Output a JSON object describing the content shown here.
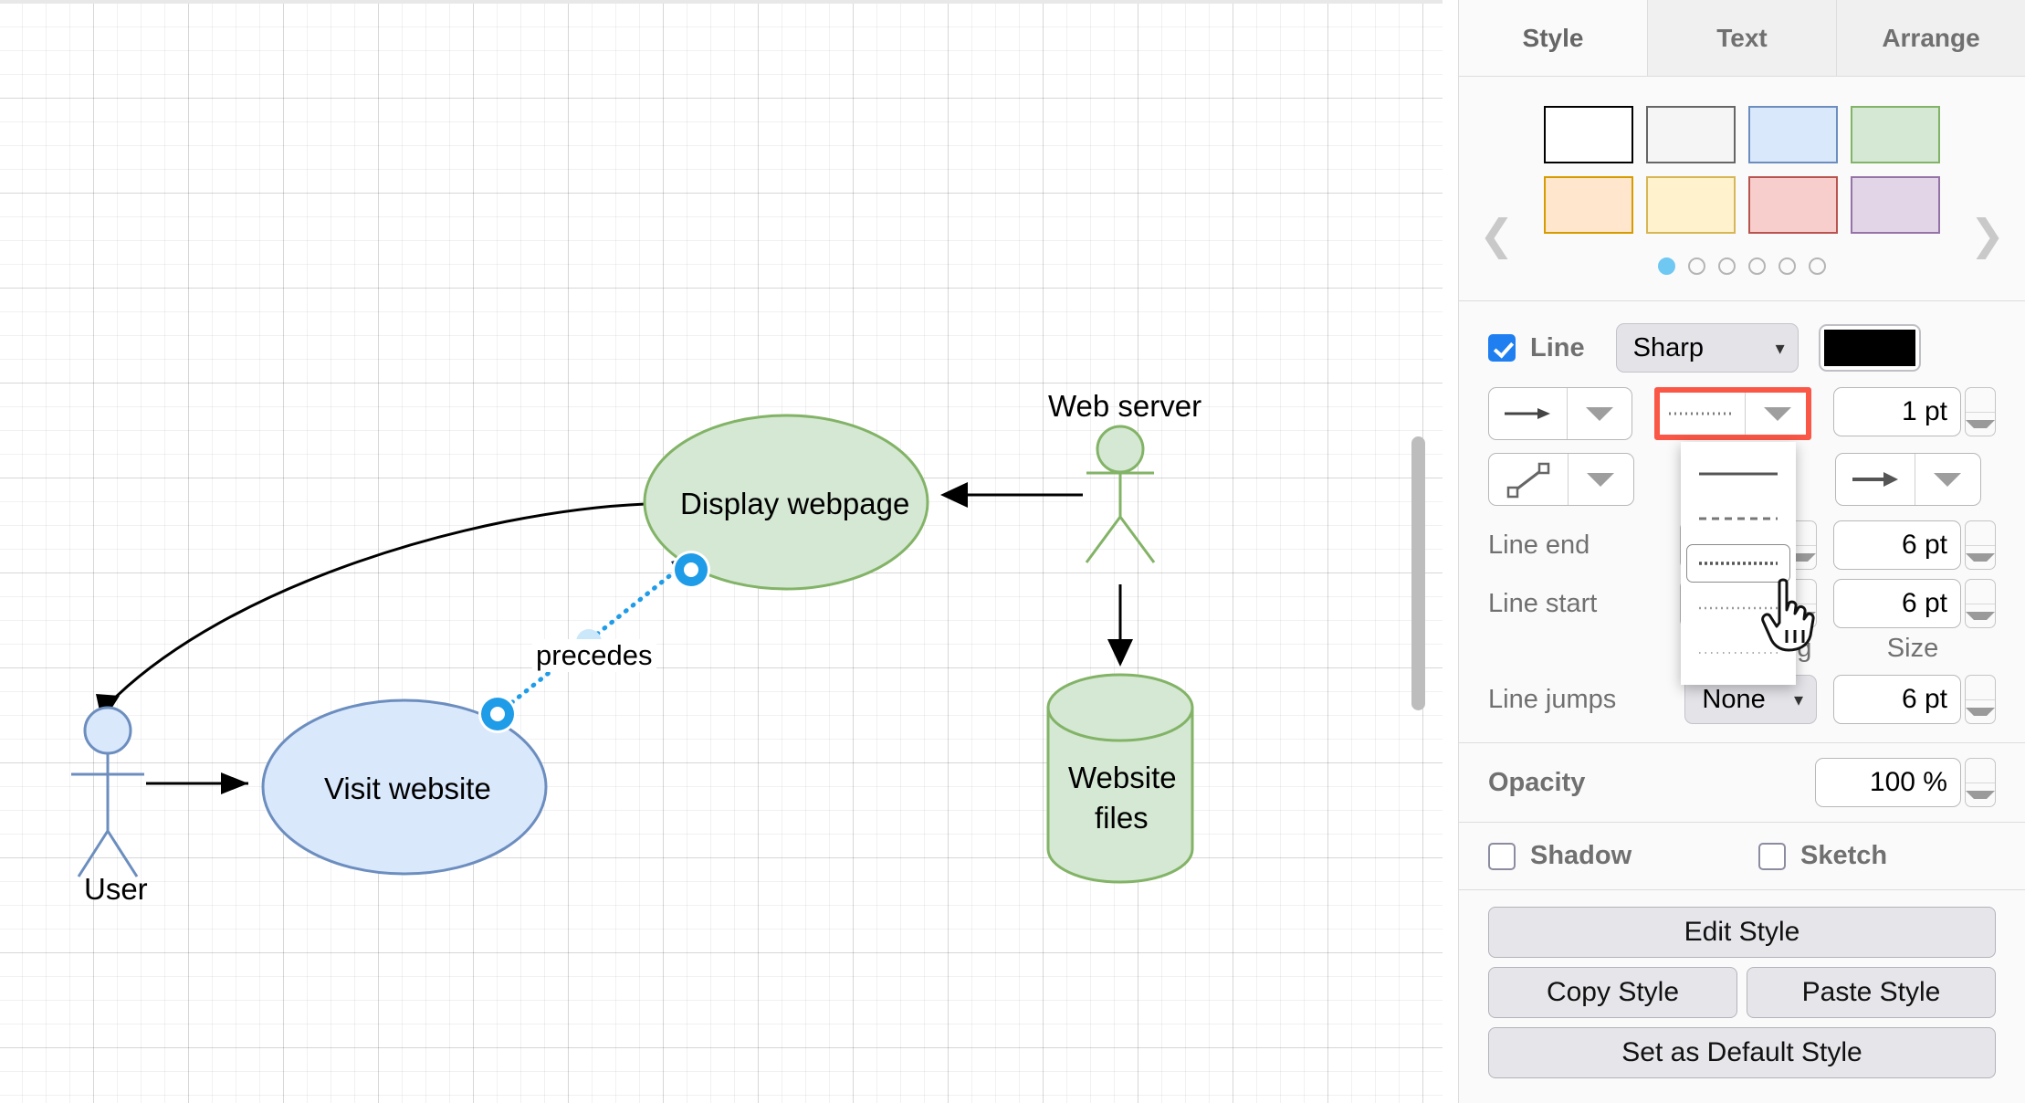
{
  "canvas": {
    "nodes": [
      {
        "name": "user-actor",
        "label": "User",
        "type": "uml-actor",
        "color": "#7ea6d8"
      },
      {
        "name": "web-server-actor",
        "label": "Web server",
        "type": "uml-actor",
        "color": "#82b366"
      },
      {
        "name": "visit-website",
        "label": "Visit website",
        "type": "ellipse",
        "fill": "#dae8fc",
        "stroke": "#6c8ebf"
      },
      {
        "name": "display-webpage",
        "label": "Display webpage",
        "type": "ellipse",
        "fill": "#d5e8d4",
        "stroke": "#82b366"
      },
      {
        "name": "website-files",
        "label": "Website files",
        "type": "cylinder",
        "fill": "#d5e8d4",
        "stroke": "#82b366"
      }
    ],
    "edges": [
      {
        "name": "edge-user-to-visit",
        "label": "",
        "style": "solid-arrow"
      },
      {
        "name": "edge-display-to-user",
        "label": "",
        "style": "curved-arrow"
      },
      {
        "name": "edge-webserver-to-display",
        "label": "",
        "style": "solid-arrow"
      },
      {
        "name": "edge-webserver-to-files",
        "label": "",
        "style": "solid-arrow"
      },
      {
        "name": "edge-visit-to-display-selected",
        "label": "precedes",
        "style": "dotted-selected",
        "color": "#1f9ce8"
      }
    ],
    "labels": {
      "user": "User",
      "web_server": "Web server",
      "visit_website": "Visit website",
      "display_webpage": "Display webpage",
      "website_files_line1": "Website",
      "website_files_line2": "files",
      "precedes": "precedes"
    }
  },
  "panel": {
    "tabs": [
      {
        "label": "Style",
        "active": true
      },
      {
        "label": "Text",
        "active": false
      },
      {
        "label": "Arrange",
        "active": false
      }
    ],
    "palette": {
      "prev_icon": "chevron-left-icon",
      "next_icon": "chevron-right-icon",
      "swatches": [
        {
          "fill": "#ffffff",
          "stroke": "#000000"
        },
        {
          "fill": "#f5f5f5",
          "stroke": "#666666"
        },
        {
          "fill": "#dae8fc",
          "stroke": "#6c8ebf"
        },
        {
          "fill": "#d5e8d4",
          "stroke": "#82b366"
        },
        {
          "fill": "#ffe6cc",
          "stroke": "#d79b00"
        },
        {
          "fill": "#fff2cc",
          "stroke": "#d6b656"
        },
        {
          "fill": "#f8cecc",
          "stroke": "#b85450"
        },
        {
          "fill": "#e1d5e7",
          "stroke": "#9673a6"
        }
      ],
      "page_count": 6,
      "active_page": 1,
      "active_dot_color": "#6fc8f2"
    },
    "line": {
      "checkbox_label": "Line",
      "checked": true,
      "shape_select_value": "Sharp",
      "color_value": "#000000",
      "arrow_button_icon": "arrow-right-icon",
      "linestyle_button_icon": "dotted-line-icon",
      "linestyle_highlight_color": "#fa5746",
      "width_value": "1 pt",
      "waypoint_button_icon": "diagonal-line-icon",
      "lineend_button_icon": "arrow-right-icon",
      "lineend_label": "Line end",
      "lineend_size": "6 pt",
      "linestart_label": "Line start",
      "linestart_size": "6 pt",
      "spacing_label": "Spacing",
      "size_label": "Size",
      "linejumps_label": "Line jumps",
      "linejumps_value": "None",
      "linejumps_size": "6 pt"
    },
    "linestyle_menu": {
      "items": [
        {
          "name": "line-style-solid",
          "pattern": "solid",
          "hover": false
        },
        {
          "name": "line-style-dashed",
          "pattern": "dashed",
          "hover": false
        },
        {
          "name": "line-style-dotted",
          "pattern": "dotted",
          "hover": true
        },
        {
          "name": "line-style-fine-dotted",
          "pattern": "fine-dotted",
          "hover": false
        },
        {
          "name": "line-style-micro-dotted",
          "pattern": "micro-dotted",
          "hover": false
        }
      ],
      "cursor": "pointer-hand-cursor"
    },
    "opacity": {
      "label": "Opacity",
      "value": "100 %"
    },
    "effects": [
      {
        "name": "shadow",
        "label": "Shadow",
        "checked": false
      },
      {
        "name": "sketch",
        "label": "Sketch",
        "checked": false
      }
    ],
    "actions": {
      "edit_style": "Edit Style",
      "copy_style": "Copy Style",
      "paste_style": "Paste Style",
      "set_default": "Set as Default Style"
    }
  }
}
